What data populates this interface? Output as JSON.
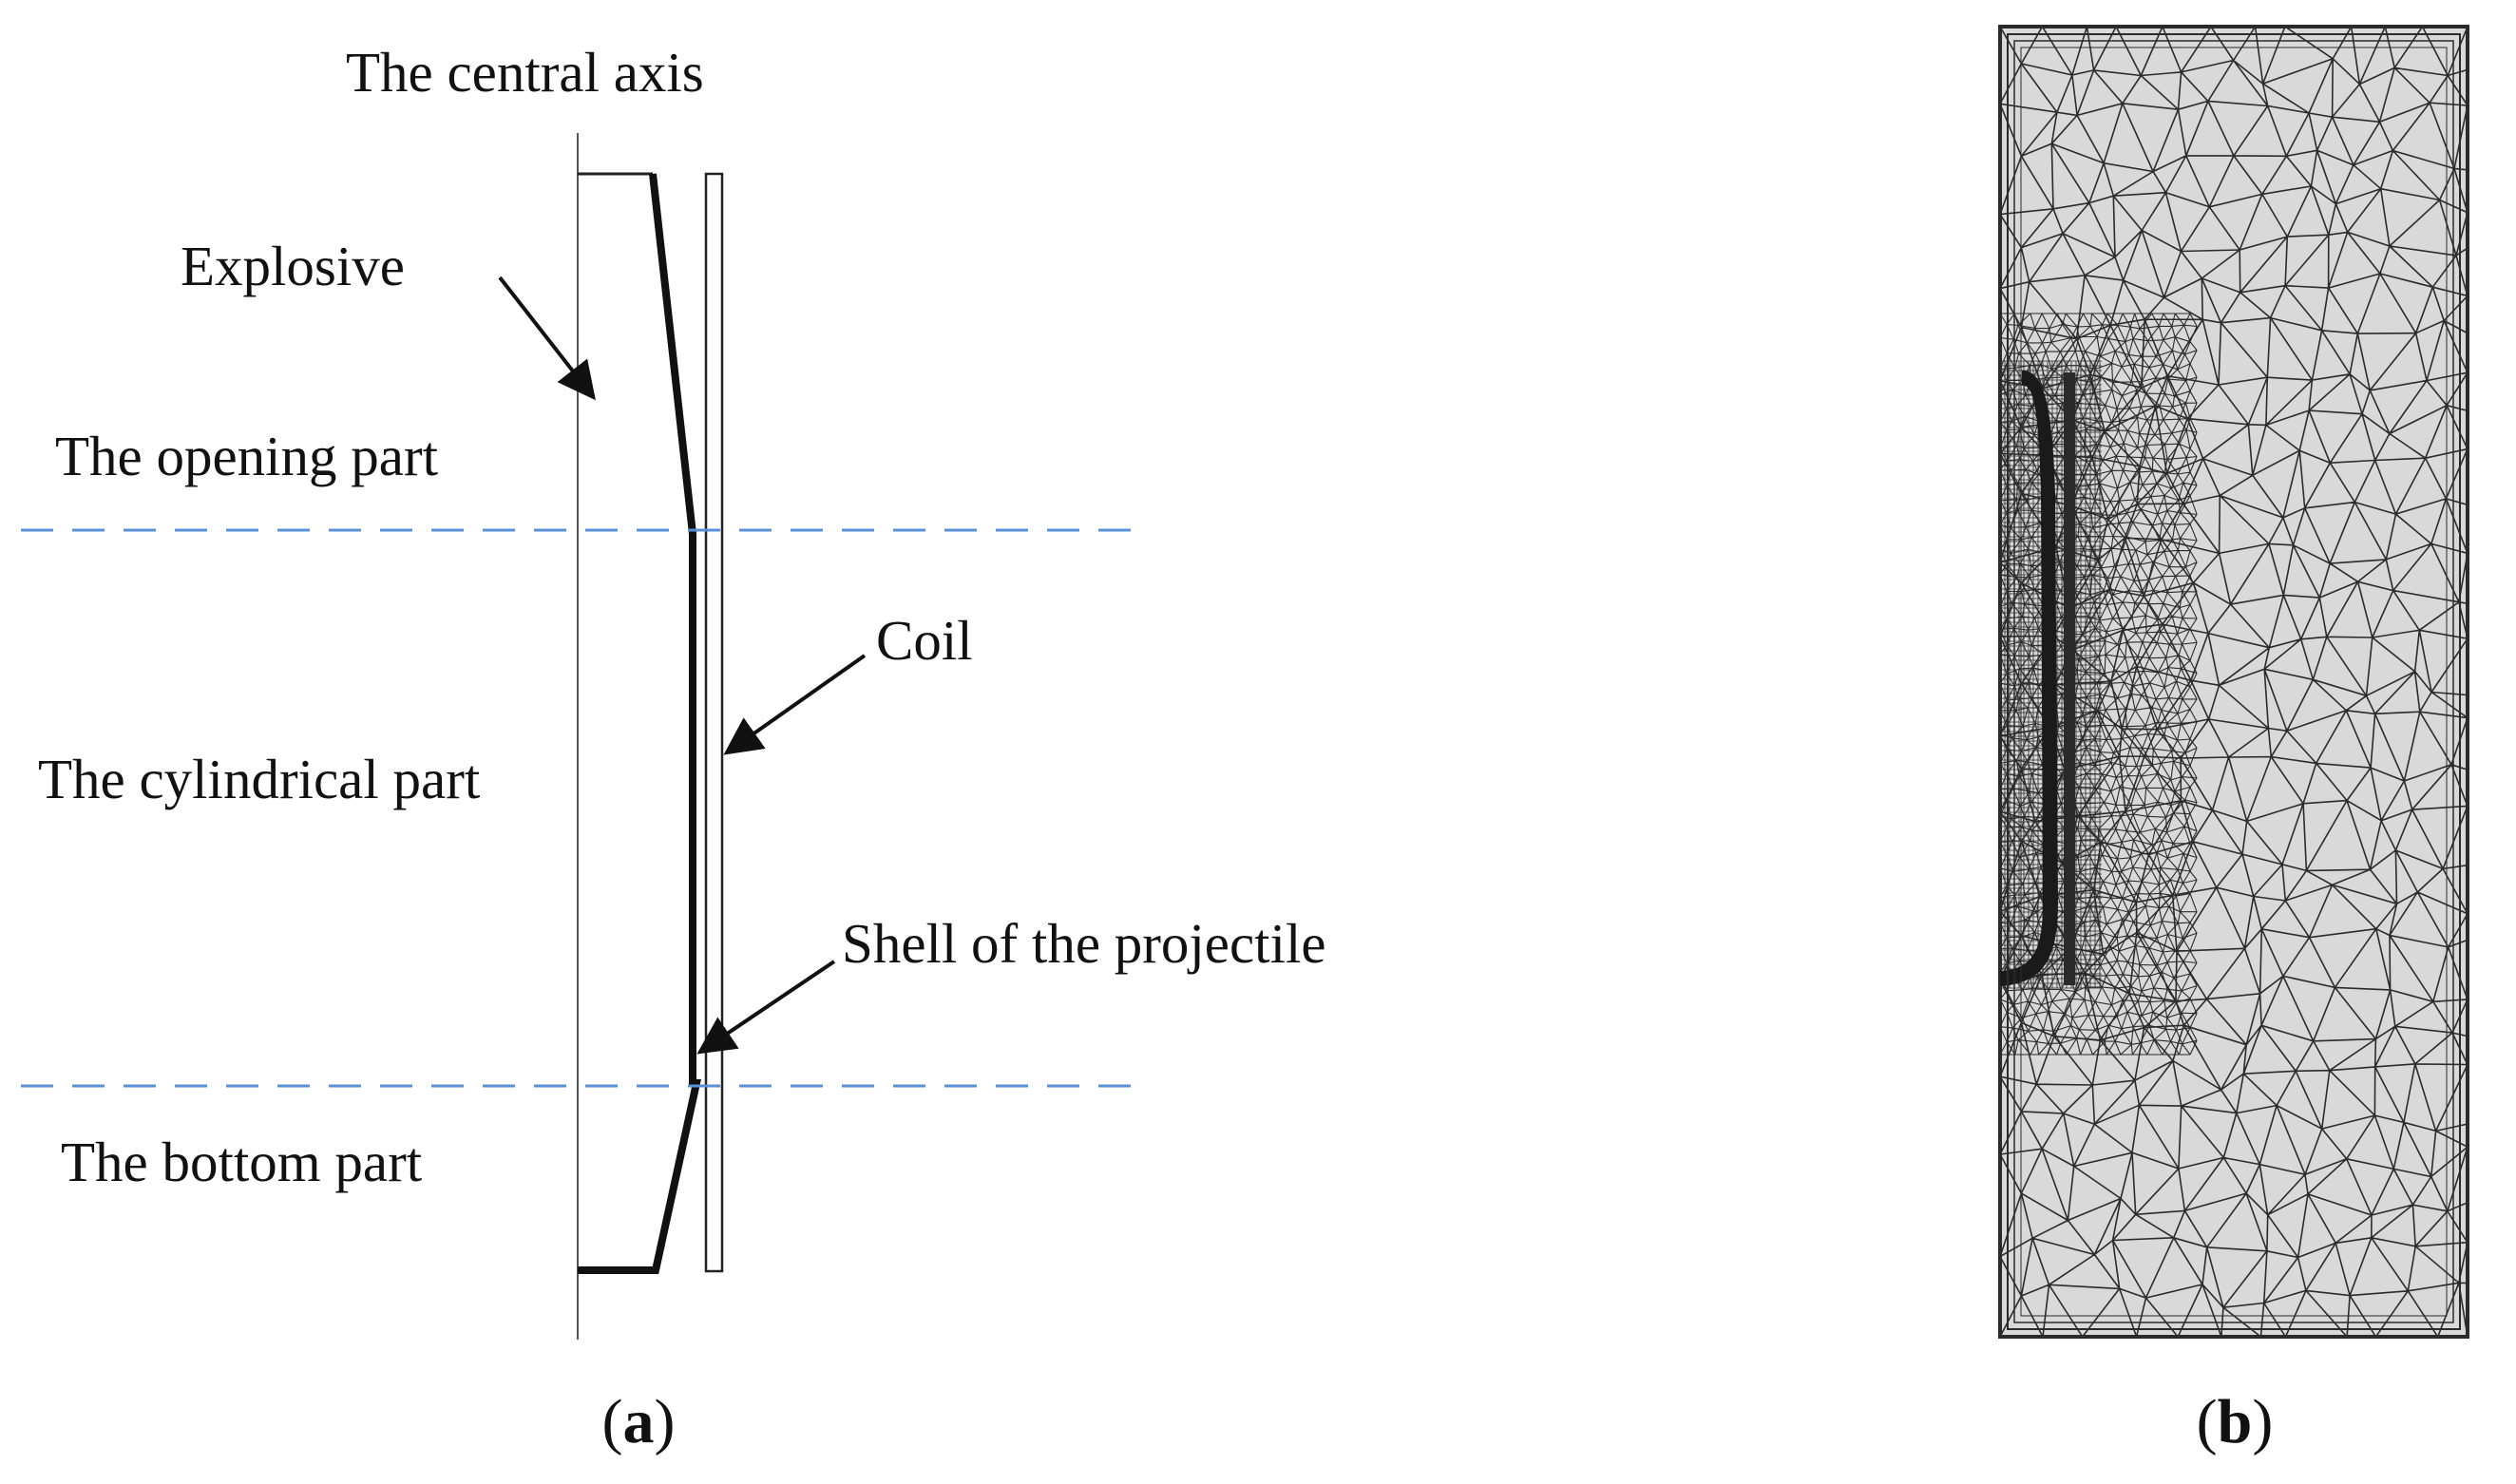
{
  "panel_a": {
    "labels": {
      "central_axis": "The central axis",
      "explosive": "Explosive",
      "opening_part": "The opening part",
      "cylindrical_part": "The cylindrical part",
      "coil": "Coil",
      "shell": "Shell of the projectile",
      "bottom_part": "The bottom part"
    },
    "caption_letter": "a",
    "divider_color": "#5b8fd6"
  },
  "panel_b": {
    "caption_letter": "b",
    "mesh_fill": "#d9d9d9",
    "mesh_line": "#2b2b2b"
  }
}
